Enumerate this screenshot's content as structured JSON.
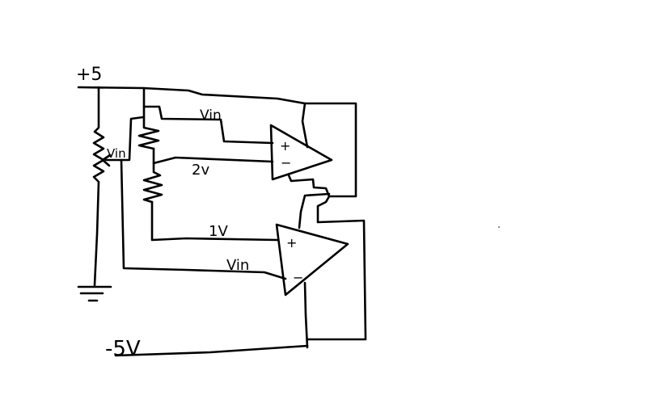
{
  "diagram": {
    "type": "hand-drawn circuit schematic",
    "ink_color": "#000000",
    "background_color": "#ffffff",
    "labels": {
      "positive_supply": "+5",
      "negative_supply": "-5V",
      "pot_wiper": "Vin",
      "opamp1_plus_input": "Vin",
      "opamp1_minus_input": "2v",
      "opamp2_plus_input": "1V",
      "opamp2_minus_input": "Vin",
      "plus_sign": "+",
      "minus_sign": "−"
    },
    "components": [
      "potentiometer",
      "resistor-1",
      "resistor-2",
      "opamp-1",
      "opamp-2",
      "ground"
    ]
  }
}
